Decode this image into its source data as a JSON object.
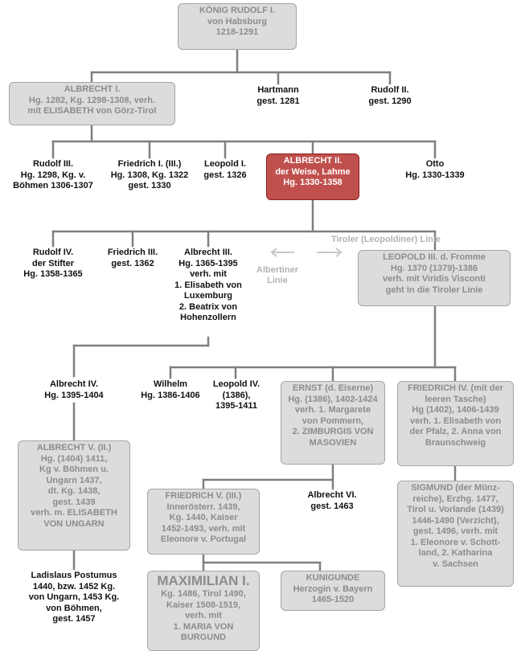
{
  "colors": {
    "box_fill": "#dcdcdc",
    "box_border": "#a5a5a5",
    "box_text": "#8c8c8c",
    "highlight_fill": "#c0504d",
    "highlight_border": "#8b1b1b",
    "connector": "#7f7f7f",
    "plain_text": "#111111",
    "note_text": "#b3b3b3"
  },
  "nodes": {
    "rudolf_i": {
      "lines": [
        "KÖNIG RUDOLF I.",
        "von Habsburg",
        "1218-1291"
      ]
    },
    "albrecht_i": {
      "lines": [
        "ALBRECHT I.",
        "Hg. 1282, Kg. 1298-1308, verh.",
        "mit ELISABETH von Görz-Tirol"
      ]
    },
    "hartmann": {
      "lines": [
        "Hartmann",
        "gest. 1281"
      ]
    },
    "rudolf_ii": {
      "lines": [
        "Rudolf II.",
        "gest. 1290"
      ]
    },
    "rudolf_iii": {
      "lines": [
        "Rudolf III.",
        "Hg. 1298, Kg. v.",
        "Böhmen 1306-1307"
      ]
    },
    "friedrich_i": {
      "lines": [
        "Friedrich I. (III.)",
        "Hg. 1308, Kg. 1322",
        "gest. 1330"
      ]
    },
    "leopold_i": {
      "lines": [
        "Leopold I.",
        "gest. 1326"
      ]
    },
    "albrecht_ii": {
      "lines": [
        "ALBRECHT II.",
        "der Weise, Lahme",
        "Hg. 1330-1358"
      ]
    },
    "otto": {
      "lines": [
        "Otto",
        "Hg. 1330-1339"
      ]
    },
    "rudolf_iv": {
      "lines": [
        "Rudolf IV.",
        "der Stifter",
        "Hg. 1358-1365"
      ]
    },
    "friedrich_iii": {
      "lines": [
        "Friedrich III.",
        "gest. 1362"
      ]
    },
    "albrecht_iii": {
      "lines": [
        "Albrecht III.",
        "Hg. 1365-1395",
        "verh. mit",
        "1. Elisabeth von",
        "Luxemburg",
        "2. Beatrix von",
        "Hohenzollern"
      ]
    },
    "leopold_iii": {
      "lines": [
        "LEOPOLD III. d. Fromme",
        "Hg. 1370 (1379)-1386",
        "verh. mit Viridis Visconti",
        "geht in die Tiroler Linie"
      ]
    },
    "albrecht_iv": {
      "lines": [
        "Albrecht IV.",
        "Hg. 1395-1404"
      ]
    },
    "wilhelm": {
      "lines": [
        "Wilhelm",
        "Hg. 1386-1406"
      ]
    },
    "leopold_iv": {
      "lines": [
        "Leopold IV.",
        "(1386),",
        "1395-1411"
      ]
    },
    "ernst": {
      "lines": [
        "ERNST (d. Eiserne)",
        "Hg. (1386), 1402-1424",
        "verh. 1. Margarete",
        "von Pommern,",
        "2. ZIMBURGIS VON",
        "MASOVIEN"
      ]
    },
    "friedrich_iv": {
      "lines": [
        "FRIEDRICH IV. (mit der",
        "leeren Tasche)",
        "Hg (1402), 1406-1439",
        "verh. 1. Elisabeth von",
        "der Pfalz, 2. Anna von",
        "Braunschweig"
      ]
    },
    "albrecht_v": {
      "lines": [
        "ALBRECHT V. (II.)",
        "Hg. (1404) 1411,",
        "Kg v. Böhmen u.",
        "Ungarn 1437,",
        "dt. Kg. 1438,",
        "gest. 1439",
        "verh. m. ELISABETH",
        "VON UNGARN"
      ]
    },
    "albrecht_vi": {
      "lines": [
        "Albrecht VI.",
        "gest. 1463"
      ]
    },
    "friedrich_v": {
      "lines": [
        "FRIEDRICH V. (III.)",
        "Innerösterr. 1439,",
        "Kg. 1440, Kaiser",
        "1452-1493, verh. mit",
        "Eleonore v. Portugal"
      ]
    },
    "sigmund": {
      "lines": [
        "SIGMUND (der Münz-",
        "reiche), Erzhg. 1477,",
        "Tirol u. Vorlande (1439)",
        "1446-1490 (Verzicht),",
        "gest. 1496, verh. mit",
        "1. Eleonore v. Schott-",
        "land, 2. Katharina",
        "v. Sachsen"
      ]
    },
    "ladislaus": {
      "lines": [
        "Ladislaus Postumus",
        "1440, bzw. 1452 Kg.",
        "von Ungarn, 1453 Kg.",
        "von Böhmen,",
        "gest. 1457"
      ]
    },
    "maximilian_i": {
      "title": "MAXIMILIAN I.",
      "lines": [
        "Kg. 1486, Tirol 1490,",
        "Kaiser 1508-1519,",
        "verh. mit",
        "1. MARIA VON",
        "BURGUND"
      ]
    },
    "kunigunde": {
      "lines": [
        "KUNIGUNDE",
        "Herzogin v. Bayern",
        "1465-1520"
      ]
    }
  },
  "notes": {
    "tiroler": "Tiroler (Leopoldiner) Linie",
    "albertiner": [
      "Albertiner",
      "Linie"
    ]
  }
}
